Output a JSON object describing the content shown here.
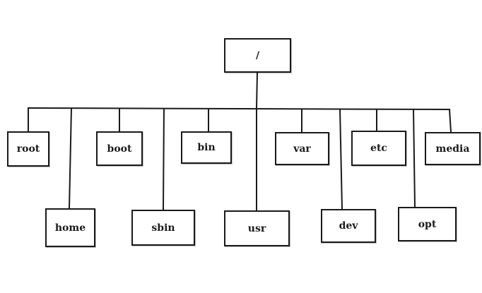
{
  "tree": {
    "root_dir": "/",
    "children": [
      "root",
      "home",
      "boot",
      "sbin",
      "bin",
      "usr",
      "var",
      "dev",
      "etc",
      "opt",
      "media"
    ]
  },
  "colors": {
    "line": "#1a1a1a",
    "box_border": "#1a1a1a",
    "background": "#ffffff"
  }
}
